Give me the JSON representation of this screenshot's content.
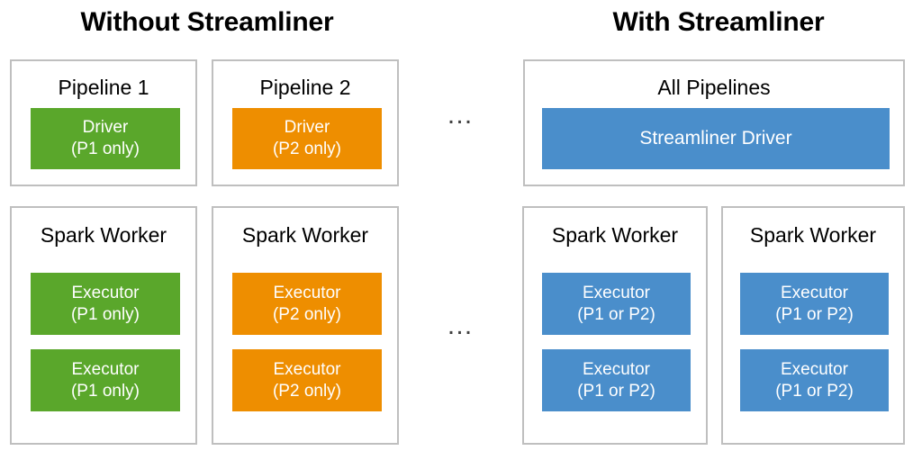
{
  "diagram": {
    "title_left": "Without Streamliner",
    "title_right": "With Streamliner",
    "ellipsis": "…",
    "colors": {
      "green": "#5aa72b",
      "orange": "#ee8e00",
      "blue": "#4a8ecb",
      "card_border": "#bfbfbf",
      "background": "#ffffff",
      "block_text": "#ffffff",
      "label_text": "#000000"
    }
  },
  "without_streamliner": {
    "pipelines": [
      {
        "label": "Pipeline 1",
        "driver": {
          "line1": "Driver",
          "line2": "(P1 only)",
          "color": "green"
        }
      },
      {
        "label": "Pipeline 2",
        "driver": {
          "line1": "Driver",
          "line2": "(P2 only)",
          "color": "orange"
        }
      }
    ],
    "workers": [
      {
        "label": "Spark Worker",
        "executors": [
          {
            "line1": "Executor",
            "line2": "(P1 only)",
            "color": "green"
          },
          {
            "line1": "Executor",
            "line2": "(P1 only)",
            "color": "green"
          }
        ]
      },
      {
        "label": "Spark Worker",
        "executors": [
          {
            "line1": "Executor",
            "line2": "(P2 only)",
            "color": "orange"
          },
          {
            "line1": "Executor",
            "line2": "(P2 only)",
            "color": "orange"
          }
        ]
      }
    ]
  },
  "with_streamliner": {
    "pipelines": [
      {
        "label": "All Pipelines",
        "driver": {
          "line1": "Streamliner Driver",
          "color": "blue"
        }
      }
    ],
    "workers": [
      {
        "label": "Spark Worker",
        "executors": [
          {
            "line1": "Executor",
            "line2": "(P1 or P2)",
            "color": "blue"
          },
          {
            "line1": "Executor",
            "line2": "(P1 or P2)",
            "color": "blue"
          }
        ]
      },
      {
        "label": "Spark Worker",
        "executors": [
          {
            "line1": "Executor",
            "line2": "(P1 or P2)",
            "color": "blue"
          },
          {
            "line1": "Executor",
            "line2": "(P1 or P2)",
            "color": "blue"
          }
        ]
      }
    ]
  }
}
